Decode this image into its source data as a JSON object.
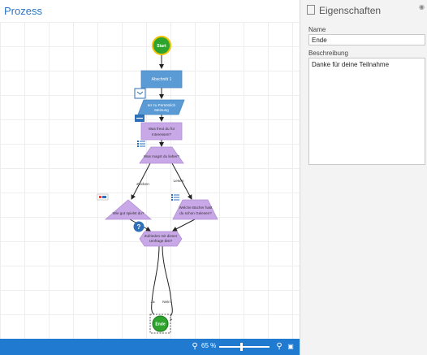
{
  "left_panel": {
    "title": "Prozess"
  },
  "flow": {
    "start": "Start",
    "section": "Abschnitt 1",
    "personal_line1": "ter zu Persönlich",
    "personal_line2": "Meinung",
    "interests_line1": "Was freut du für",
    "interests_line2": "Interessen?",
    "decision_top": "Was magst du lieber?",
    "branch_left": "Zocken",
    "branch_right": "Lesen",
    "how_good_line1": "Wie gut spielst du?",
    "books_line1": "Welche Bücher hast",
    "books_line2": "du schon Gelesen?",
    "satisfied_line1": "Zufrieden mit dieser",
    "satisfied_line2": "Umfrage bist?",
    "yes": "Ja",
    "no": "Nein",
    "end": "Ende"
  },
  "statusbar": {
    "zoom": "65 %",
    "zoom_level_percent": 65
  },
  "properties": {
    "title": "Eigenschaften",
    "name_label": "Name",
    "name_value": "Ende",
    "description_label": "Beschreibung",
    "description_value": "Danke für deine Teilnahme"
  },
  "colors": {
    "accent": "#1f7ad0",
    "title_blue": "#2b74c4",
    "start_green": "#2ea32e",
    "start_border": "#f2c200",
    "process_blue": "#5b9bd5",
    "purple": "#c9a8e8"
  }
}
